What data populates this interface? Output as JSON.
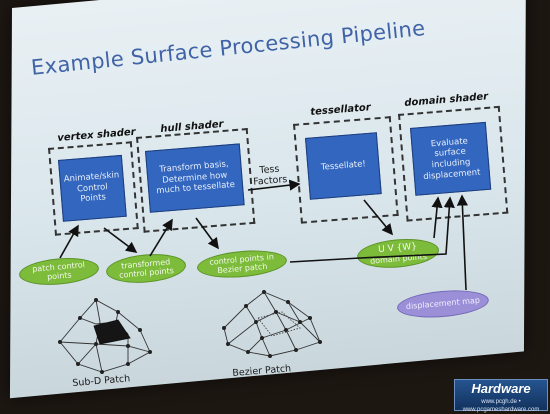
{
  "slide": {
    "title": "Example Surface Processing Pipeline",
    "stages": {
      "vertex": "vertex shader",
      "hull": "hull shader",
      "tessellator": "tessellator",
      "domain": "domain shader"
    },
    "boxes": {
      "vertex": "Animate/skin Control Points",
      "hull": "Transform basis, Determine how much to tessellate",
      "tessellator": "Tessellate!",
      "domain": "Evaluate surface including displacement"
    },
    "tess_factors": "Tess Factors",
    "data_nodes": {
      "patch_cp": "patch control points",
      "transformed_cp": "transformed control points",
      "bezier_cp": "control points in Bezier patch",
      "uvw": "U V {W}",
      "domain_points": "domain points",
      "displacement_map": "displacement map"
    },
    "captions": {
      "subd": "Sub-D Patch",
      "bezier": "Bezier Patch"
    }
  },
  "watermark": {
    "brand": "Hardware",
    "url": "www.pcgh.de • www.pcgameshardware.com"
  },
  "colors": {
    "box_blue": "#3266bf",
    "node_green": "#7cbc3a",
    "node_purple": "#9b90d8",
    "title_blue": "#3f63a6"
  }
}
